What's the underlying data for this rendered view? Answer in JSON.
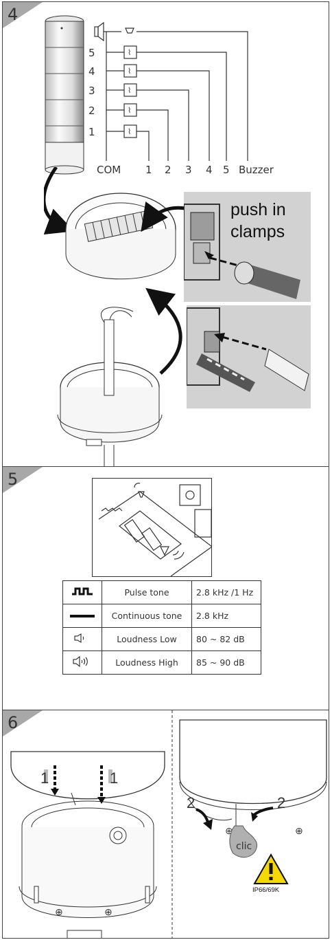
{
  "steps": {
    "s4": "4",
    "s5": "5",
    "s6": "6"
  },
  "wiring": {
    "left_labels": [
      "5",
      "4",
      "3",
      "2",
      "1"
    ],
    "bottom_labels": {
      "com": "COM",
      "t1": "1",
      "t2": "2",
      "t3": "3",
      "t4": "4",
      "t5": "5",
      "buzzer": "Buzzer"
    }
  },
  "photo": {
    "line1": "push in",
    "line2": "clamps"
  },
  "tones": [
    {
      "icon": "pulse-tone-icon",
      "name": "Pulse tone",
      "value": "2.8 kHz /1 Hz"
    },
    {
      "icon": "continuous-tone-icon",
      "name": "Continuous tone",
      "value": "2.8 kHz"
    },
    {
      "icon": "speaker-low-icon",
      "name": "Loudness Low",
      "value": "80 ~ 82 dB"
    },
    {
      "icon": "speaker-high-icon",
      "name": "Loudness High",
      "value": "85 ~ 90 dB"
    }
  ],
  "step6": {
    "arrow_num_1": "1",
    "arrow_num_2": "2",
    "clic": "clic",
    "rating": "IP66/69K"
  },
  "colors": {
    "photo_bg": "#d2d2d2",
    "step_tab": "#a8a8a8",
    "warning_yellow": "#f5d800",
    "clic_bubble": "#b0b0b0"
  }
}
